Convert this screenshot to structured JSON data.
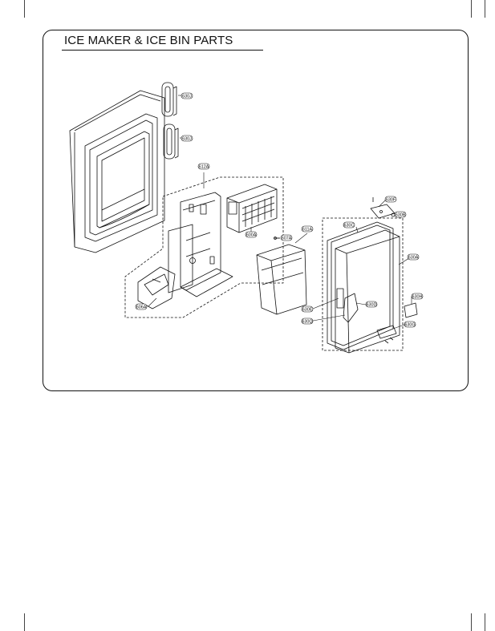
{
  "page": {
    "title": "ICE MAKER & ICE BIN PARTS"
  },
  "callouts": {
    "c630J_top": "630J",
    "c630J_bottom": "630J",
    "c612A": "612A",
    "c600A": "600A",
    "c607A": "607A",
    "c611A": "611A",
    "c606A": "606A",
    "c630F": "630F",
    "c630B": "630B",
    "c630C": "630C",
    "c630A": "630A",
    "c630D": "630D",
    "c630E": "630E",
    "c630Q": "630Q",
    "c630H": "630H",
    "c630G": "630G"
  }
}
